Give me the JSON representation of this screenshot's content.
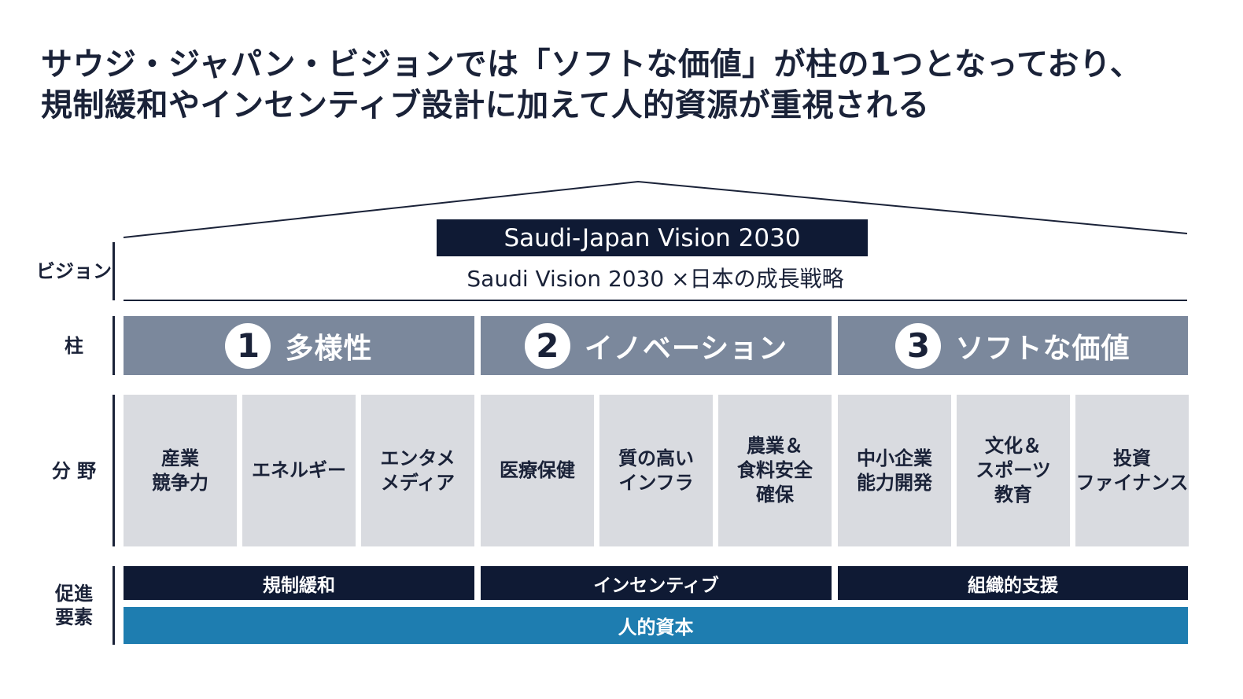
{
  "title": {
    "line1": "サウジ・ジャパン・ビジョンでは「ソフトな価値」が柱の1つとなっており、",
    "line2": "規制緩和やインセンティブ設計に加えて人的資源が重視される"
  },
  "row_labels": {
    "vision": "ビジョン",
    "pillar": "柱",
    "field": "分 野",
    "enabler": "促進\n要素"
  },
  "vision": {
    "name": "Saudi-Japan Vision 2030",
    "subtitle": "Saudi Vision 2030 ×日本の成長戦略"
  },
  "pillars": [
    {
      "number": "1",
      "label": "多様性"
    },
    {
      "number": "2",
      "label": "イノベーション"
    },
    {
      "number": "3",
      "label": "ソフトな価値"
    }
  ],
  "fields": [
    "産業\n競争力",
    "エネルギー",
    "エンタメ\nメディア",
    "医療保健",
    "質の高い\nインフラ",
    "農業＆\n食料安全\n確保",
    "中小企業\n能力開発",
    "文化＆\nスポーツ\n教育",
    "投資\nファイナンス"
  ],
  "enablers": [
    "規制緩和",
    "インセンティブ",
    "組織的支援"
  ],
  "foundation": "人的資本",
  "colors": {
    "navy": "#0f1a34",
    "pillar_gray": "#7b889c",
    "field_gray": "#d9dbe0",
    "foundation_blue": "#1e7db0"
  }
}
